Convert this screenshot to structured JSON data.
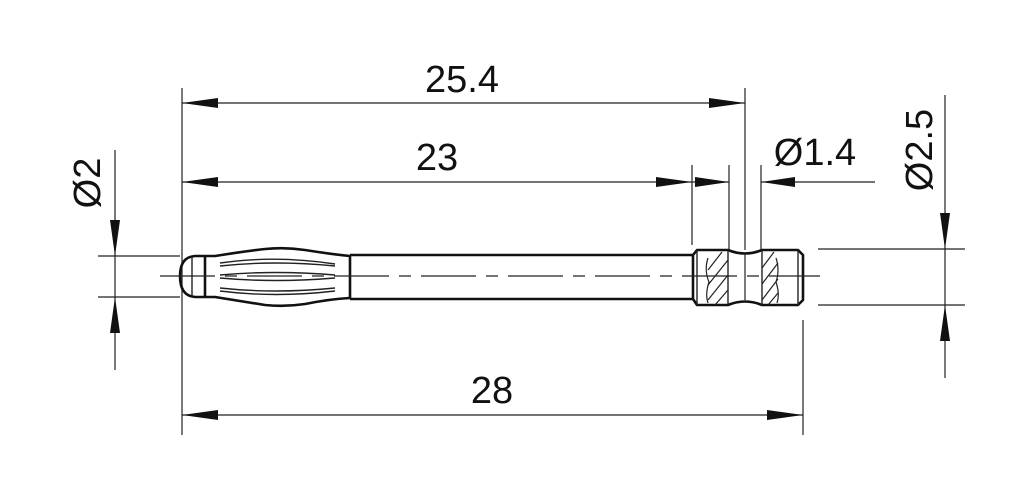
{
  "dimensions": {
    "overall_length": "28",
    "length_to_groove_end": "25.4",
    "length_to_collar": "23",
    "groove_diameter": "Ø1.4",
    "collar_diameter": "Ø2.5",
    "tip_diameter": "Ø2"
  }
}
